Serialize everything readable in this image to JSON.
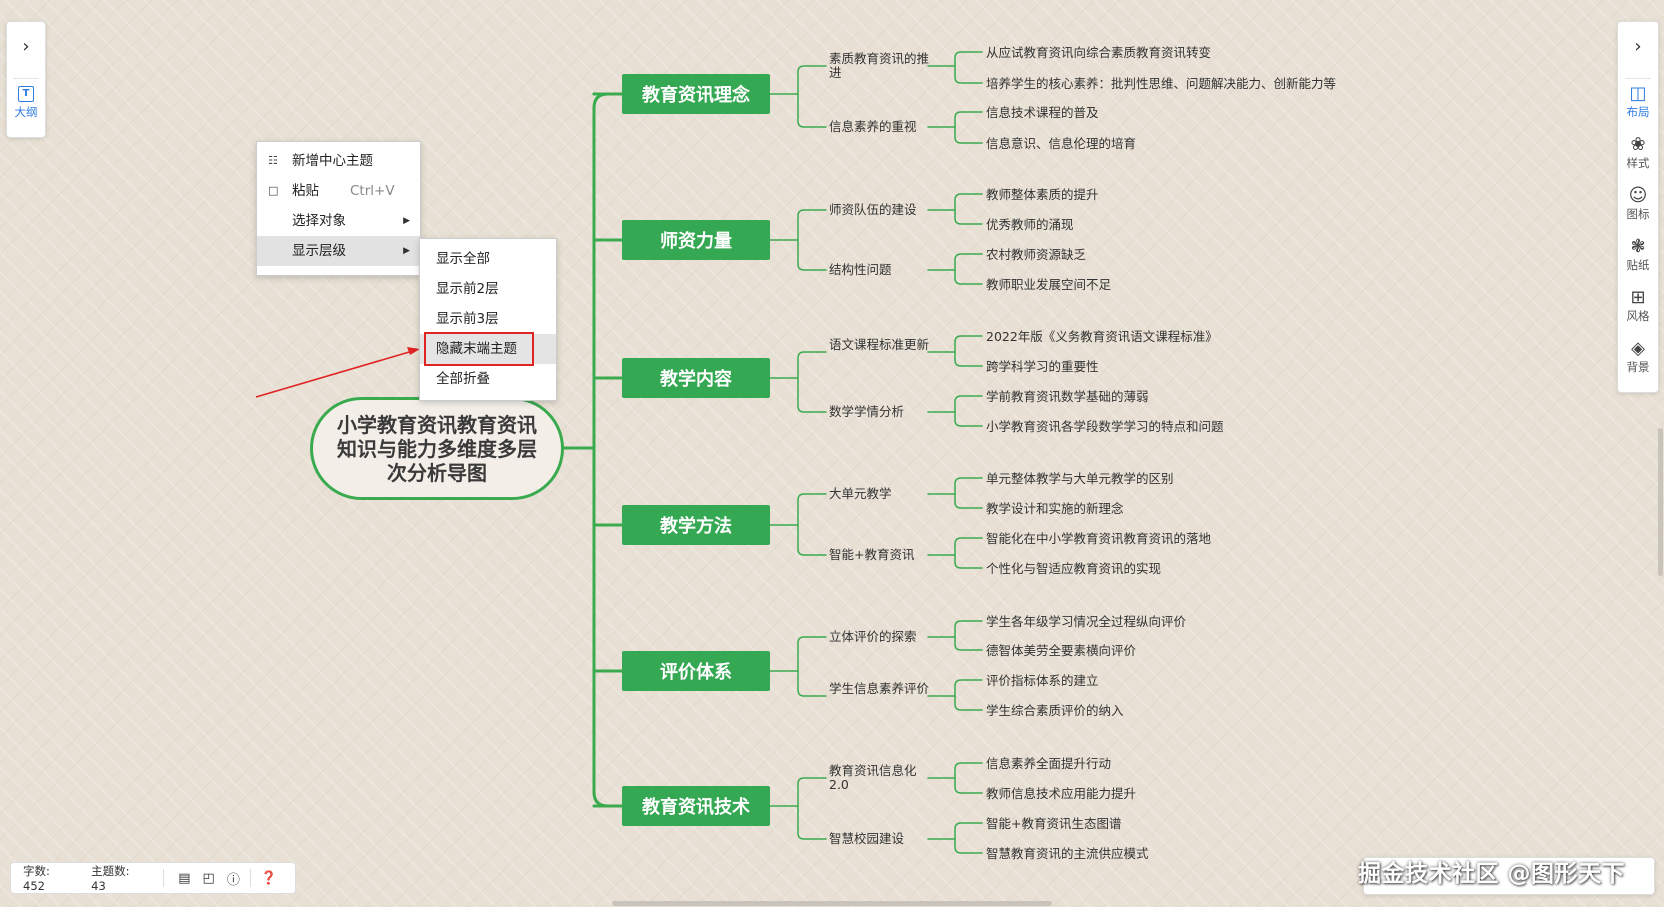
{
  "root_topic": "小学教育资讯教育资讯知识与能力多维度多层次分析导图",
  "branches": [
    {
      "label": "教育资讯理念",
      "subs": [
        {
          "label": "素质教育资讯的推进",
          "leaves": [
            "从应试教育资讯向综合素质教育资讯转变",
            "培养学生的核心素养：批判性思维、问题解决能力、创新能力等"
          ]
        },
        {
          "label": "信息素养的重视",
          "leaves": [
            "信息技术课程的普及",
            "信息意识、信息伦理的培育"
          ]
        }
      ]
    },
    {
      "label": "师资力量",
      "subs": [
        {
          "label": "师资队伍的建设",
          "leaves": [
            "教师整体素质的提升",
            "优秀教师的涌现"
          ]
        },
        {
          "label": "结构性问题",
          "leaves": [
            "农村教师资源缺乏",
            "教师职业发展空间不足"
          ]
        }
      ]
    },
    {
      "label": "教学内容",
      "subs": [
        {
          "label": "语文课程标准更新",
          "leaves": [
            "2022年版《义务教育资讯语文课程标准》",
            "跨学科学习的重要性"
          ]
        },
        {
          "label": "数学学情分析",
          "leaves": [
            "学前教育资讯数学基础的薄弱",
            "小学教育资讯各学段数学学习的特点和问题"
          ]
        }
      ]
    },
    {
      "label": "教学方法",
      "subs": [
        {
          "label": "大单元教学",
          "leaves": [
            "单元整体教学与大单元教学的区别",
            "教学设计和实施的新理念"
          ]
        },
        {
          "label": "智能+教育资讯",
          "leaves": [
            "智能化在中小学教育资讯教育资讯的落地",
            "个性化与智适应教育资讯的实现"
          ]
        }
      ]
    },
    {
      "label": "评价体系",
      "subs": [
        {
          "label": "立体评价的探索",
          "leaves": [
            "学生各年级学习情况全过程纵向评价",
            "德智体美劳全要素横向评价"
          ]
        },
        {
          "label": "学生信息素养评价",
          "leaves": [
            "评价指标体系的建立",
            "学生综合素质评价的纳入"
          ]
        }
      ]
    },
    {
      "label": "教育资讯技术",
      "subs": [
        {
          "label": "教育资讯信息化2.0",
          "leaves": [
            "信息素养全面提升行动",
            "教师信息技术应用能力提升"
          ]
        },
        {
          "label": "智慧校园建设",
          "leaves": [
            "智能+教育资讯生态图谱",
            "智慧教育资讯的主流供应模式"
          ]
        }
      ]
    }
  ],
  "context_menu": {
    "items": [
      {
        "label": "新增中心主题",
        "icon": "add-topic-icon",
        "shortcut": ""
      },
      {
        "label": "粘贴",
        "icon": "paste-icon",
        "shortcut": "Ctrl+V"
      },
      {
        "label": "选择对象",
        "icon": "",
        "shortcut": ""
      },
      {
        "label": "显示层级",
        "icon": "",
        "shortcut": ""
      }
    ],
    "submenu": [
      "显示全部",
      "显示前2层",
      "显示前3层",
      "隐藏末端主题",
      "全部折叠"
    ]
  },
  "left_toolbar": {
    "outline_label": "大纲"
  },
  "right_toolbar": {
    "items": [
      {
        "label": "布局",
        "icon": "layout-icon"
      },
      {
        "label": "样式",
        "icon": "palette-icon"
      },
      {
        "label": "图标",
        "icon": "smiley-icon"
      },
      {
        "label": "贴纸",
        "icon": "sticker-icon"
      },
      {
        "label": "风格",
        "icon": "grid-icon"
      },
      {
        "label": "背景",
        "icon": "layers-icon"
      }
    ]
  },
  "status": {
    "word_count": "字数: 452",
    "topic_count": "主题数: 43"
  },
  "watermark": "掘金技术社区 @图形天下",
  "colors": {
    "branch": "#35a853",
    "line": "#3aaa4f",
    "highlight": "#e02424",
    "arrow": "#e02424",
    "accent": "#2f7de1"
  }
}
